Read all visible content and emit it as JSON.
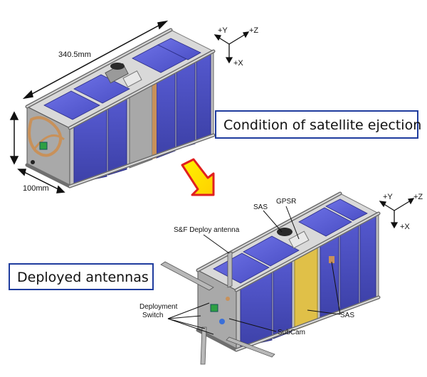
{
  "labels": {
    "condition": "Condition of satellite ejection",
    "deployed": "Deployed antennas"
  },
  "dimensions": {
    "length": "340.5mm",
    "width": "100mm"
  },
  "axes": {
    "y": "+Y",
    "z": "+Z",
    "x": "+X"
  },
  "callouts": {
    "sas_top": "SAS",
    "gpsr": "GPSR",
    "sf_antenna": "S&F Deploy antenna",
    "deploy_switch_line1": "Deployment",
    "deploy_switch_line2": "Switch",
    "sas_right": "SAS",
    "subcam": "SubCam"
  },
  "colors": {
    "panel": "#5b5fd6",
    "panel_dark": "#3f43b0",
    "frame": "#cfcfcf",
    "frame_dark": "#8c8c8c",
    "copper": "#c8915a",
    "label_border": "#1f3c9e",
    "arrow_fill": "#ffe800",
    "arrow_stroke": "#e02020"
  }
}
